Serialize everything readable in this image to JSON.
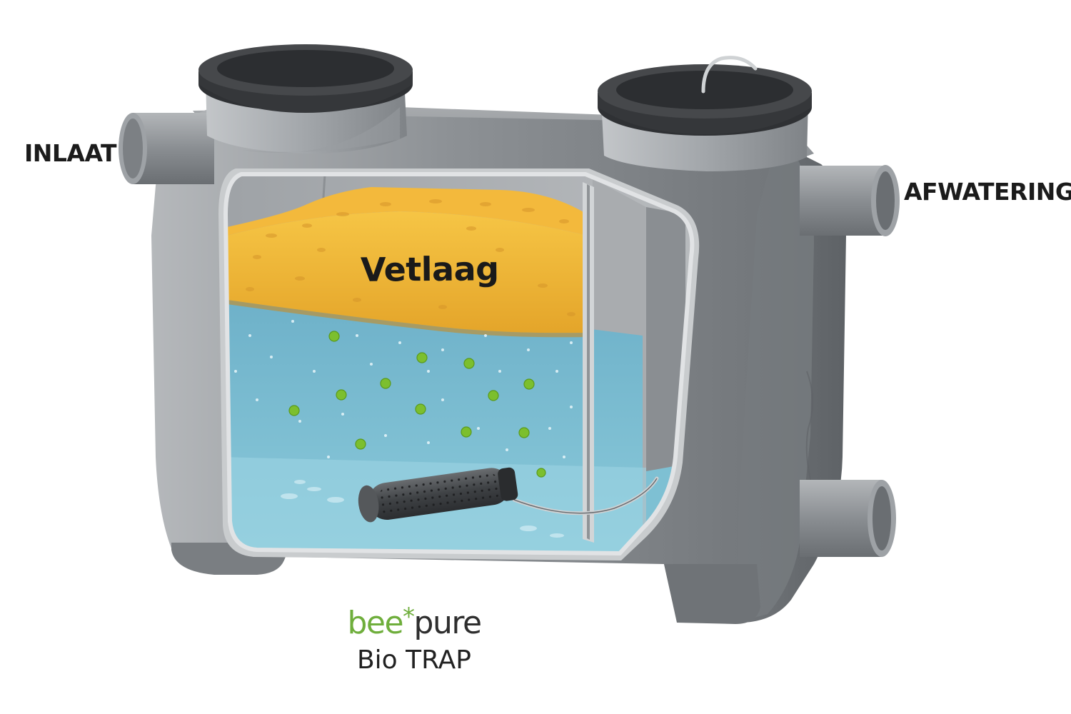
{
  "labels": {
    "inlet": "INLAAT",
    "outlet": "AFWATERING",
    "fat_layer": "Vetlaag"
  },
  "brand": {
    "part1": "bee",
    "star": "*",
    "part2": "pure",
    "product": "Bio TRAP"
  },
  "colors": {
    "tank_body": "#8e9296",
    "lid": "#3a3c3f",
    "fat_layer": "#f0b93a",
    "water": "#6fb4cc",
    "bacteria": "#7cbf2e",
    "brand_green": "#6fae3c"
  },
  "icons": [
    "bio-cartridge-icon",
    "bacteria-particle-icon"
  ]
}
